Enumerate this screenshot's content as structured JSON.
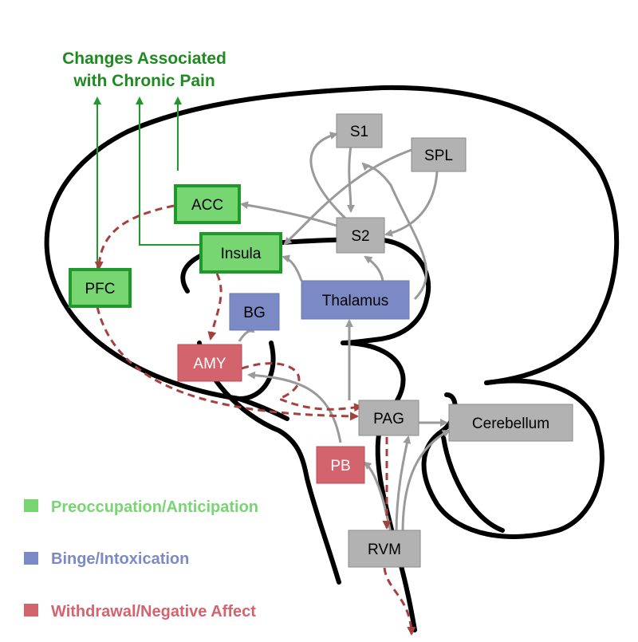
{
  "title": {
    "line1": "Changes Associated",
    "line2": "with Chronic Pain"
  },
  "colors": {
    "preoccupation": "#77d672",
    "preoccupation_border": "#1f9a2a",
    "binge": "#7b8ac4",
    "withdrawal": "#d3646e",
    "gray_node": "#b2b2b2",
    "gray_arrow": "#9a9a9a",
    "red_arrow": "#a5403c",
    "green_arrow": "#1f9a2a"
  },
  "nodes": {
    "s1": "S1",
    "spl": "SPL",
    "s2": "S2",
    "acc": "ACC",
    "insula": "Insula",
    "pfc": "PFC",
    "bg": "BG",
    "thalamus": "Thalamus",
    "amy": "AMY",
    "pag": "PAG",
    "cerebellum": "Cerebellum",
    "pb": "PB",
    "rvm": "RVM"
  },
  "legend": {
    "preoccupation": "Preoccupation/Anticipation",
    "binge": "Binge/Intoxication",
    "withdrawal": "Withdrawal/Negative Affect"
  }
}
